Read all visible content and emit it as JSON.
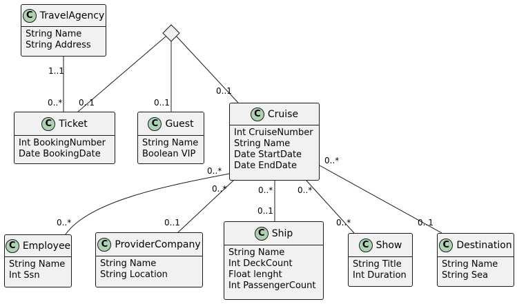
{
  "colors": {
    "class_fill": "#f1f1f1",
    "badge_fill": "#add1b2",
    "line": "#181818"
  },
  "classes": {
    "travel_agency": {
      "badge": "C",
      "name": "TravelAgency",
      "attributes": [
        "String Name",
        "String Address"
      ]
    },
    "ticket": {
      "badge": "C",
      "name": "Ticket",
      "attributes": [
        "Int BookingNumber",
        "Date BookingDate"
      ]
    },
    "guest": {
      "badge": "C",
      "name": "Guest",
      "attributes": [
        "String Name",
        "Boolean VIP"
      ]
    },
    "cruise": {
      "badge": "C",
      "name": "Cruise",
      "attributes": [
        "Int CruiseNumber",
        "String Name",
        "Date StartDate",
        "Date EndDate"
      ]
    },
    "employee": {
      "badge": "C",
      "name": "Employee",
      "attributes": [
        "String Name",
        "Int Ssn"
      ]
    },
    "provider_company": {
      "badge": "C",
      "name": "ProviderCompany",
      "attributes": [
        "String Name",
        "String Location"
      ]
    },
    "ship": {
      "badge": "C",
      "name": "Ship",
      "attributes": [
        "String Name",
        "Int DeckCount",
        "Float lenght",
        "Int PassengerCount"
      ]
    },
    "show": {
      "badge": "C",
      "name": "Show",
      "attributes": [
        "String Title",
        "Int Duration"
      ]
    },
    "destination": {
      "badge": "C",
      "name": "Destination",
      "attributes": [
        "String Name",
        "String Sea"
      ]
    }
  },
  "multiplicities": {
    "agency_ticket_agency_end": "1..1",
    "agency_ticket_ticket_end": "0..*",
    "diamond_ticket": "0..1",
    "diamond_guest": "0..1",
    "diamond_cruise": "0..1",
    "cruise_employee_cruise_end": "0..*",
    "cruise_employee_employee_end": "0..*",
    "cruise_provider_cruise_end": "0..*",
    "cruise_provider_provider_end": "0..1",
    "cruise_ship_cruise_end": "0..*",
    "cruise_ship_ship_end": "0..1",
    "cruise_show_cruise_end": "0..*",
    "cruise_show_show_end": "0..*",
    "cruise_destination_cruise_end": "0..*",
    "cruise_destination_destination_end": "0..1"
  }
}
